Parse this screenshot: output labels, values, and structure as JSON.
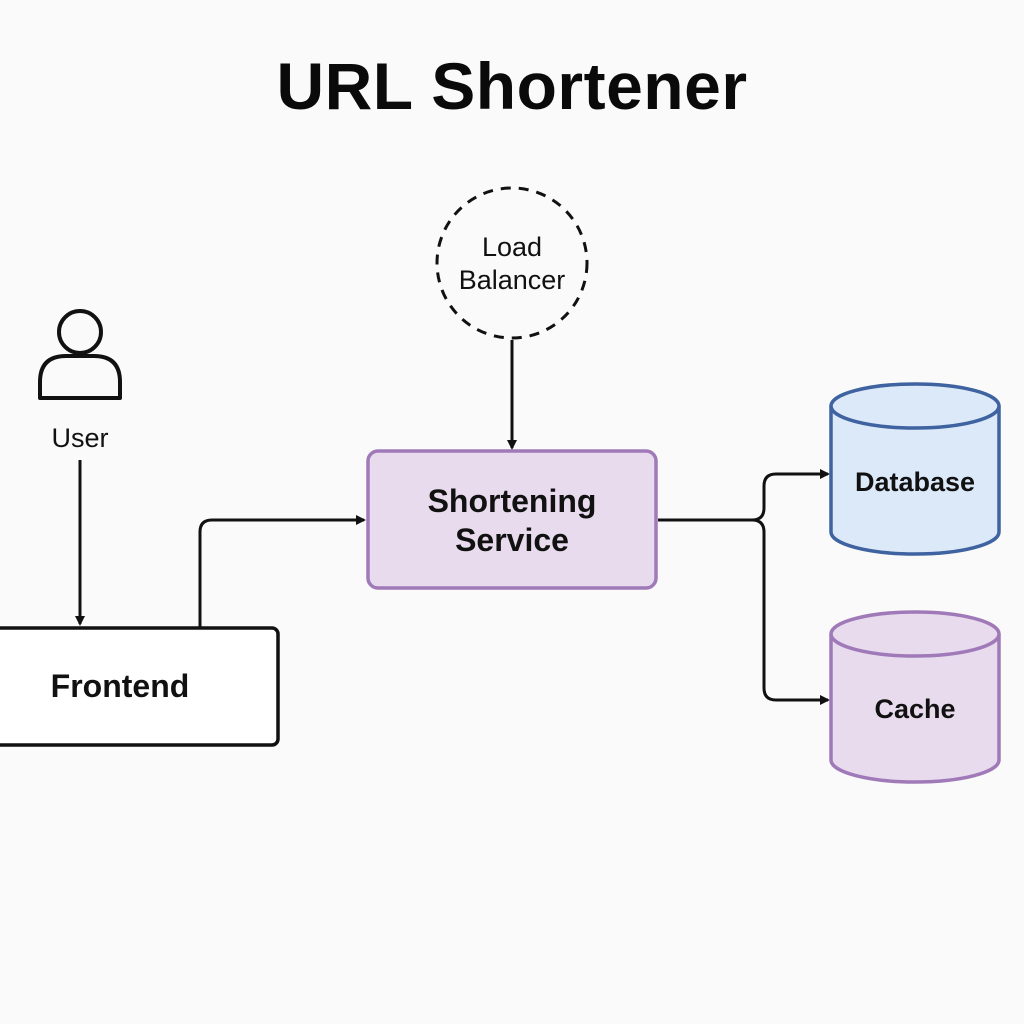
{
  "title": "URL Shortener",
  "nodes": {
    "user": {
      "label": "User",
      "icon": "user-icon"
    },
    "frontend": {
      "label": "Frontend"
    },
    "load_balancer": {
      "label_line1": "Load",
      "label_line2": "Balancer"
    },
    "shortening_service": {
      "label_line1": "Shortening",
      "label_line2": "Service"
    },
    "database": {
      "label": "Database"
    },
    "cache": {
      "label": "Cache"
    }
  },
  "colors": {
    "background": "#fafafa",
    "stroke": "#111111",
    "service_fill": "#e8dbee",
    "service_stroke": "#a07ab8",
    "database_fill": "#dce9f8",
    "database_stroke": "#3f62a0",
    "cache_fill": "#e8dbee",
    "cache_stroke": "#a07ab8",
    "frontend_fill": "#ffffff"
  }
}
